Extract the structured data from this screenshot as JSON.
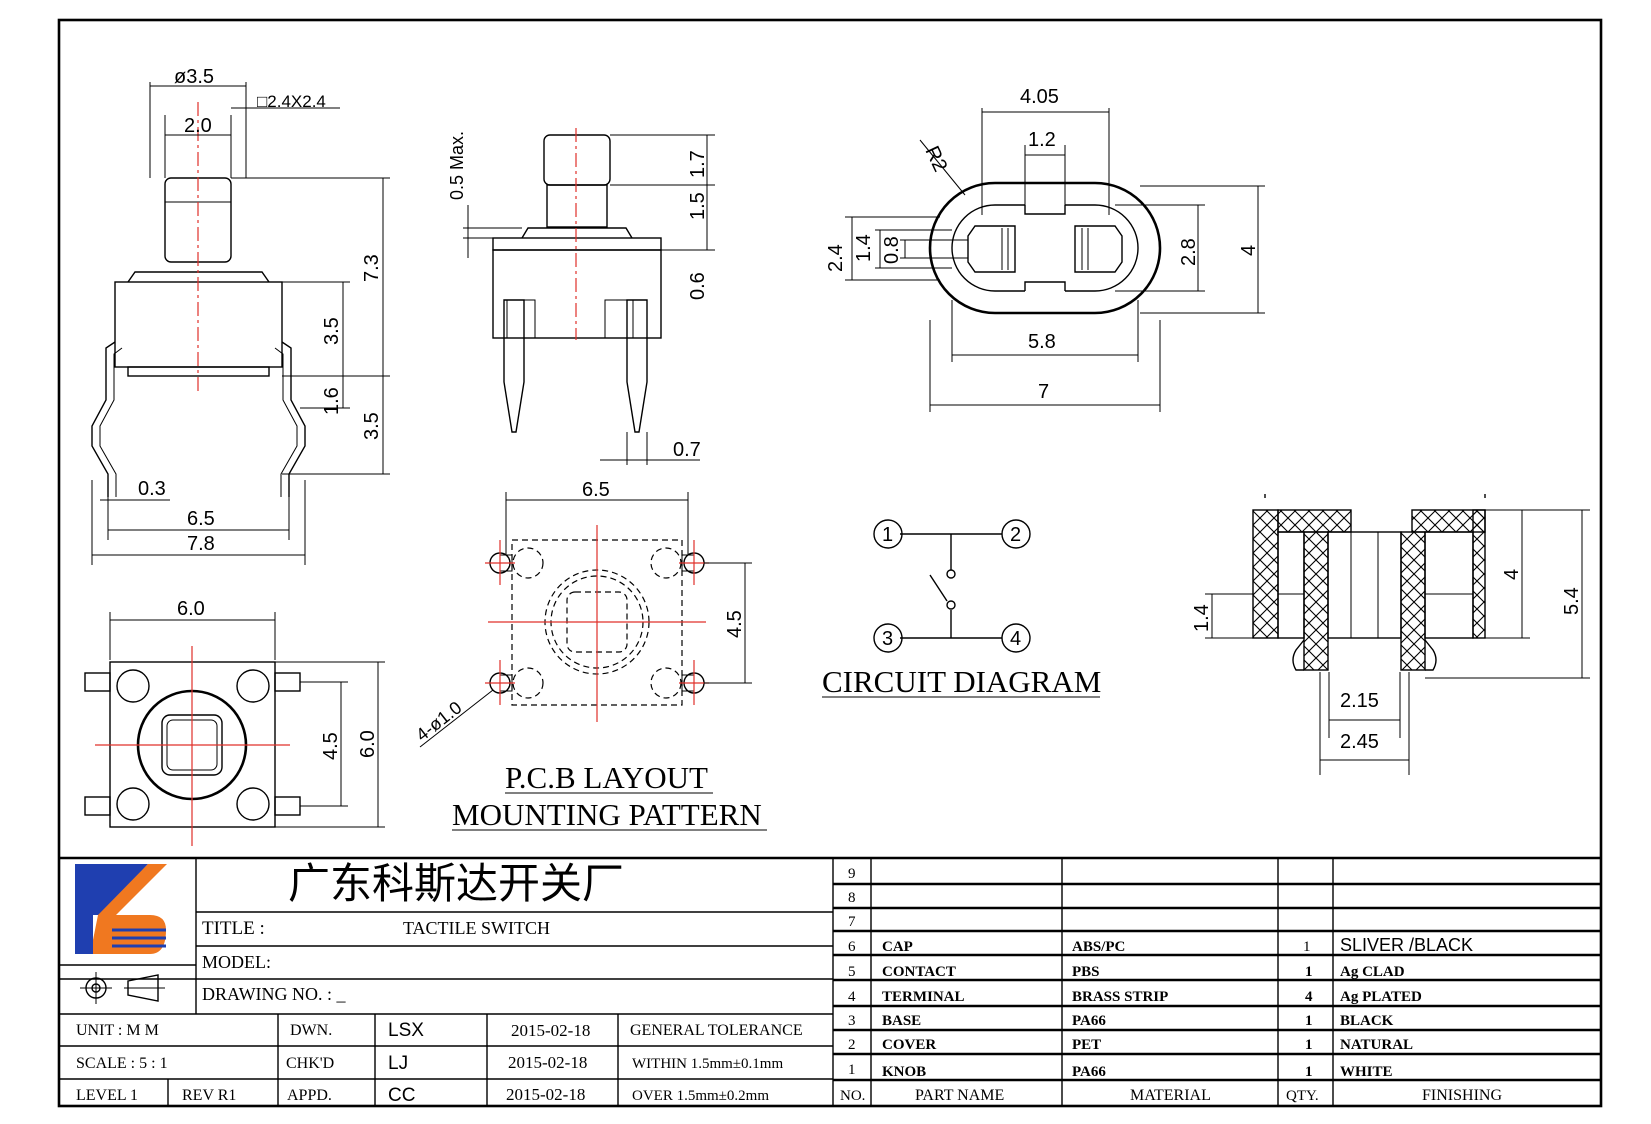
{
  "dimensions": {
    "d35": "ø3.5",
    "sq": "□2.4X2.4",
    "d20": "2.0",
    "d73": "7.3",
    "d35a": "3.5",
    "d16": "1.6",
    "d35b": "3.5",
    "d03": "0.3",
    "d65a": "6.5",
    "d78": "7.8",
    "d05max": "0.5 Max.",
    "d17": "1.7",
    "d15": "1.5",
    "d06": "0.6",
    "d07": "0.7",
    "d405": "4.05",
    "d12": "1.2",
    "r2": "R2",
    "d24": "2.4",
    "d14a": "1.4",
    "d08": "0.8",
    "d28": "2.8",
    "d4a": "4",
    "d58": "5.8",
    "d7": "7",
    "d60a": "6.0",
    "d45a": "4.5",
    "d60b": "6.0",
    "d65b": "6.5",
    "d45b": "4.5",
    "hole": "4-ø1.0",
    "d14b": "1.4",
    "d4b": "4",
    "d54": "5.4",
    "d215": "2.15",
    "d245": "2.45"
  },
  "circuit": {
    "title": "CIRCUIT DIAGRAM",
    "pins": [
      "1",
      "2",
      "3",
      "4"
    ]
  },
  "pcb_title": {
    "line1": "P.C.B LAYOUT",
    "line2": "MOUNTING PATTERN"
  },
  "titleblock": {
    "company": "广东科斯达开关厂",
    "title_label": "TITLE :",
    "title_value": "TACTILE SWITCH",
    "model_label": "MODEL:",
    "drawing_label": "DRAWING NO.  : _",
    "unit": "UNIT    :    M M",
    "dwn_label": "DWN.",
    "dwn_name": "LSX",
    "dwn_date": "2015-02-18",
    "gen_tol": "GENERAL TOLERANCE",
    "scale": "SCALE   :   5 : 1",
    "chk_label": "CHK'D",
    "chk_name": "LJ",
    "chk_date": "2015-02-18",
    "within": "WITHIN 1.5mm±0.1mm",
    "level": "LEVEL 1",
    "rev": "REV  R1",
    "appd_label": "APPD.",
    "appd_name": "CC",
    "appd_date": "2015-02-18",
    "over": "OVER   1.5mm±0.2mm"
  },
  "bom": {
    "header": {
      "no": "NO.",
      "part": "PART NAME",
      "material": "MATERIAL",
      "qty": "QTY.",
      "finishing": "FINISHING"
    },
    "rows": [
      {
        "no": "9",
        "part": "",
        "material": "",
        "qty": "",
        "finishing": ""
      },
      {
        "no": "8",
        "part": "",
        "material": "",
        "qty": "",
        "finishing": ""
      },
      {
        "no": "7",
        "part": "",
        "material": "",
        "qty": "",
        "finishing": ""
      },
      {
        "no": "6",
        "part": "CAP",
        "material": "ABS/PC",
        "qty": "1",
        "finishing": "SLIVER /BLACK"
      },
      {
        "no": "5",
        "part": "CONTACT",
        "material": "PBS",
        "qty": "1",
        "finishing": "Ag CLAD"
      },
      {
        "no": "4",
        "part": "TERMINAL",
        "material": "BRASS STRIP",
        "qty": "4",
        "finishing": "Ag PLATED"
      },
      {
        "no": "3",
        "part": "BASE",
        "material": "PA66",
        "qty": "1",
        "finishing": "BLACK"
      },
      {
        "no": "2",
        "part": "COVER",
        "material": "PET",
        "qty": "1",
        "finishing": "NATURAL"
      },
      {
        "no": "1",
        "part": "KNOB",
        "material": "PA66",
        "qty": "1",
        "finishing": "WHITE"
      }
    ]
  },
  "logo": {
    "blue": "#1f3fb0",
    "orange": "#f07820"
  }
}
